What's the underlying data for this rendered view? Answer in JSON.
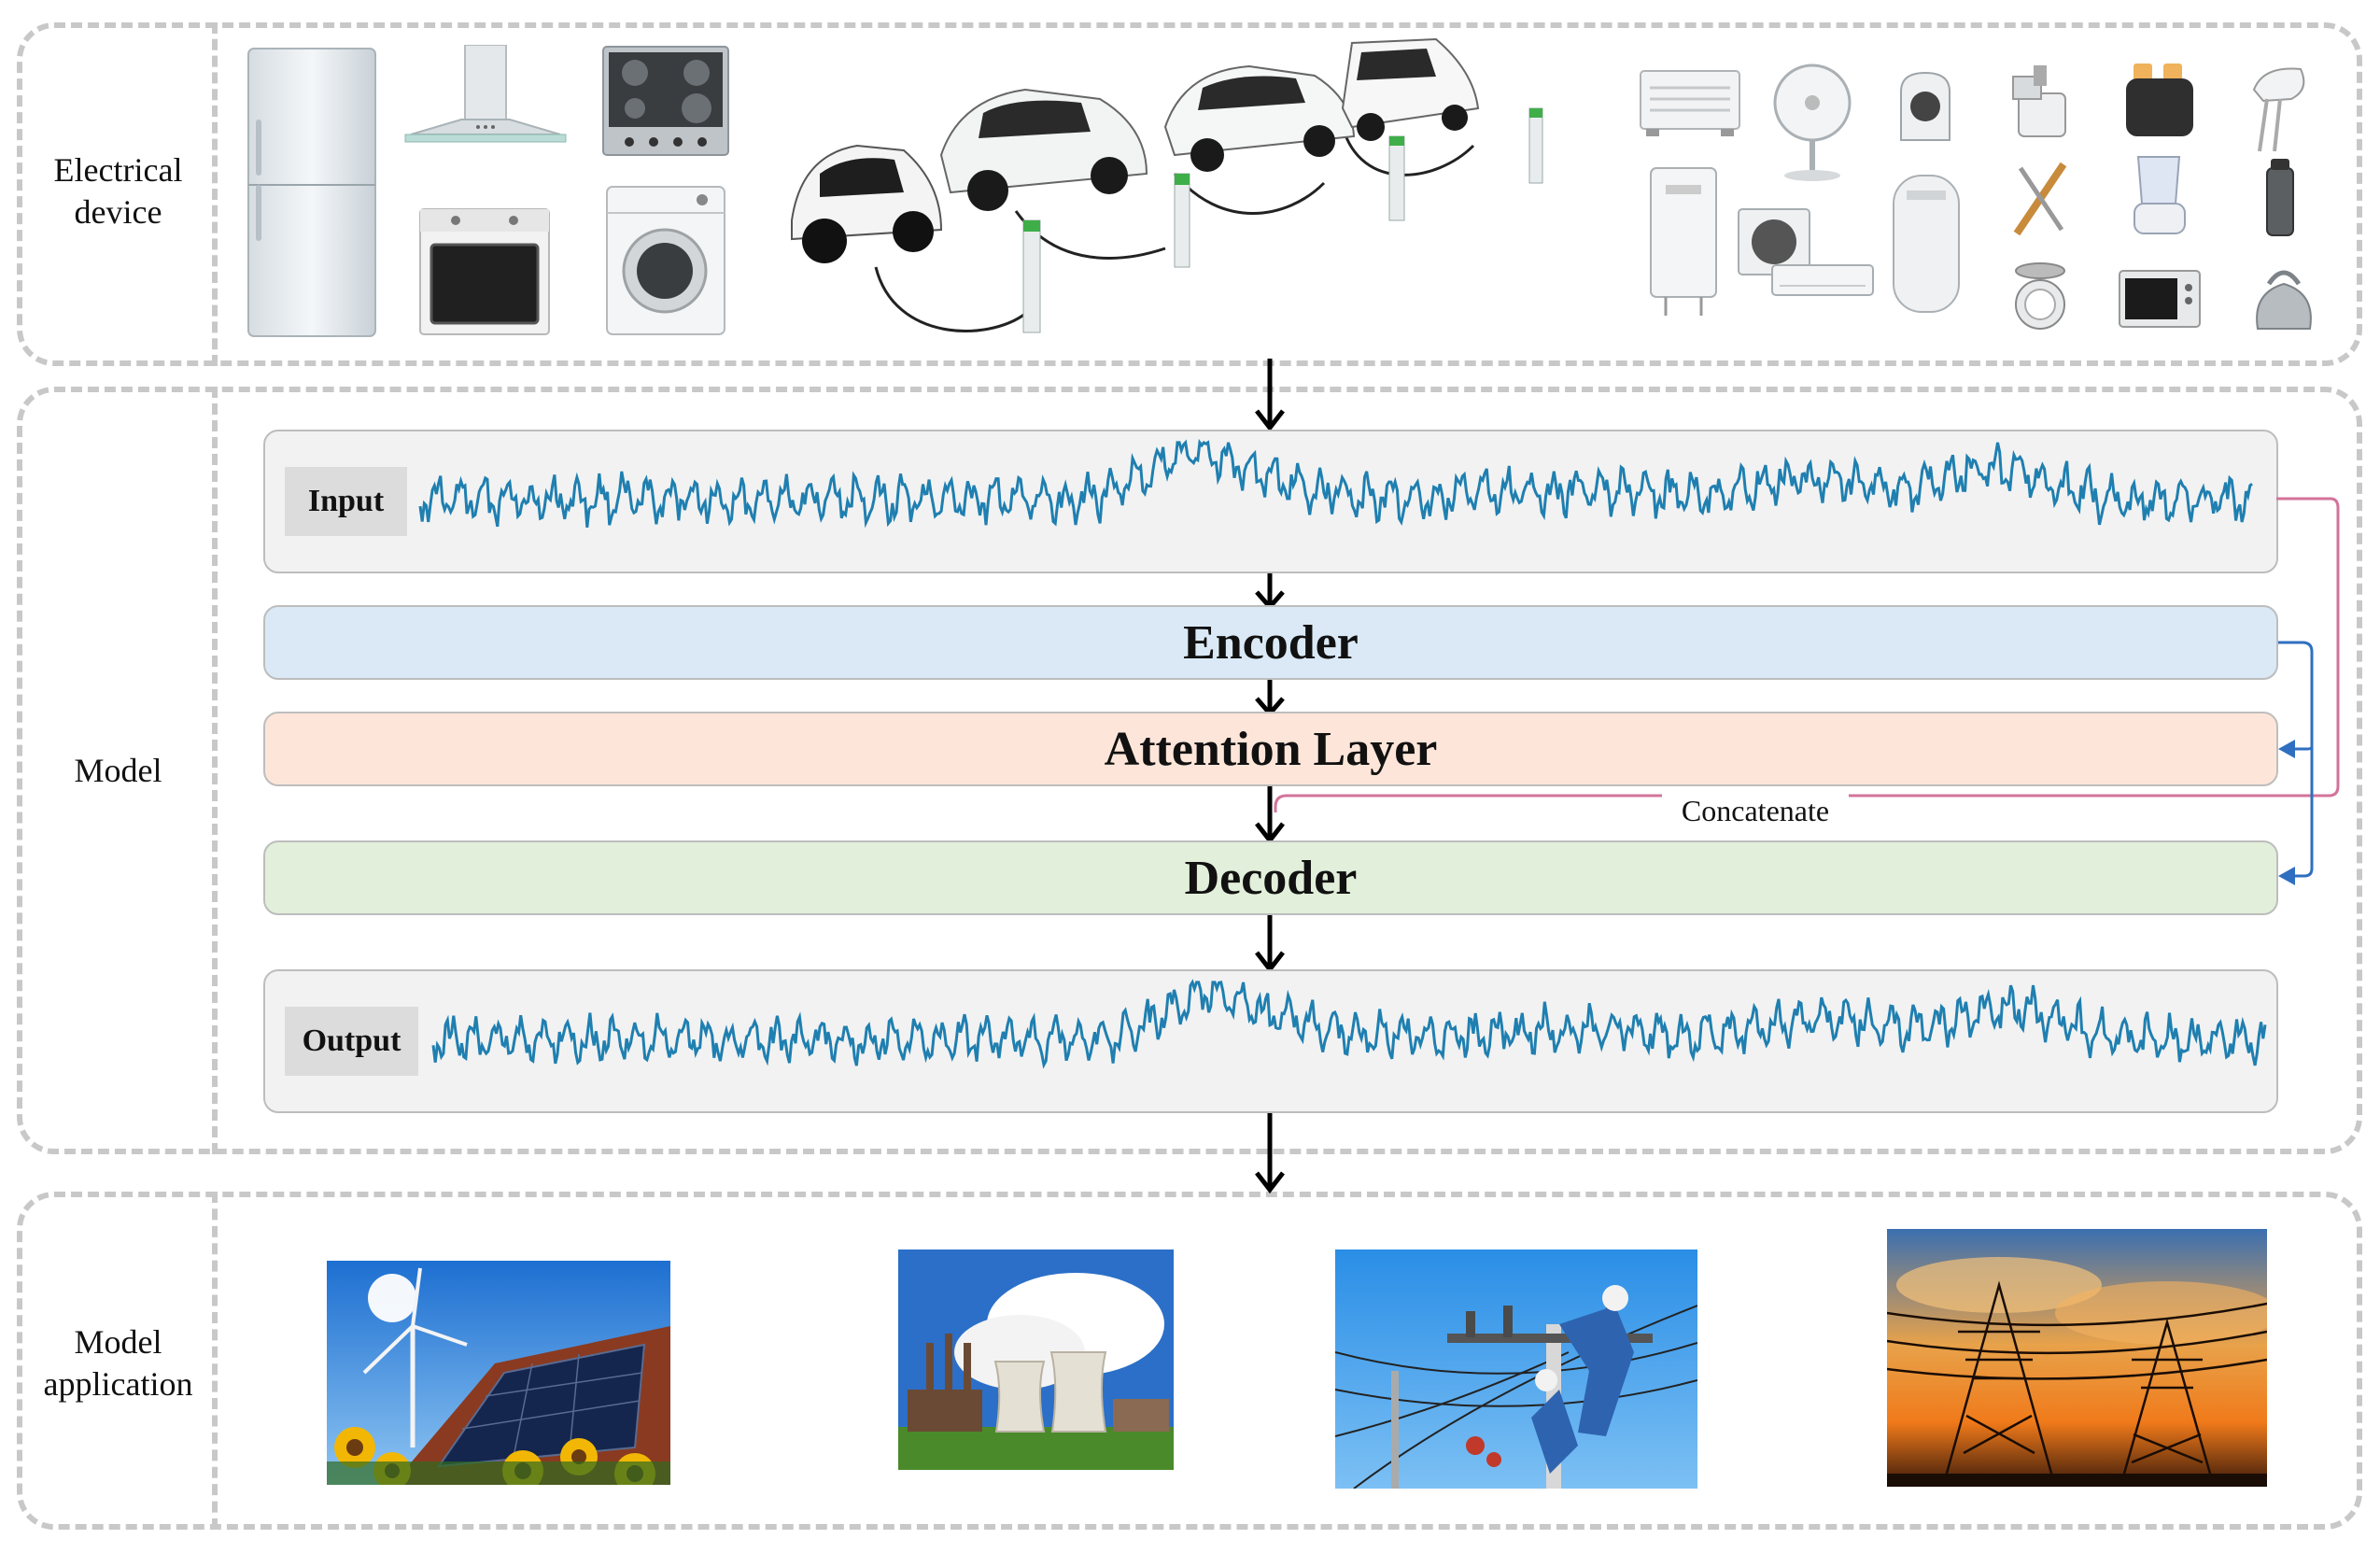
{
  "sections": {
    "device": "Electrical\ndevice",
    "model": "Model",
    "application": "Model\napplication"
  },
  "model": {
    "input": "Input",
    "encoder": "Encoder",
    "attention": "Attention Layer",
    "concatenate": "Concatenate",
    "decoder": "Decoder",
    "output": "Output"
  },
  "colors": {
    "signal": "#1f7fb0",
    "encoder_bg": "#dae9f5",
    "attention_bg": "#fde6d9",
    "decoder_bg": "#e2efda",
    "io_bg": "#f2f2f2",
    "blue_arrow": "#2f6fc0",
    "pink_line": "#d3739a"
  }
}
